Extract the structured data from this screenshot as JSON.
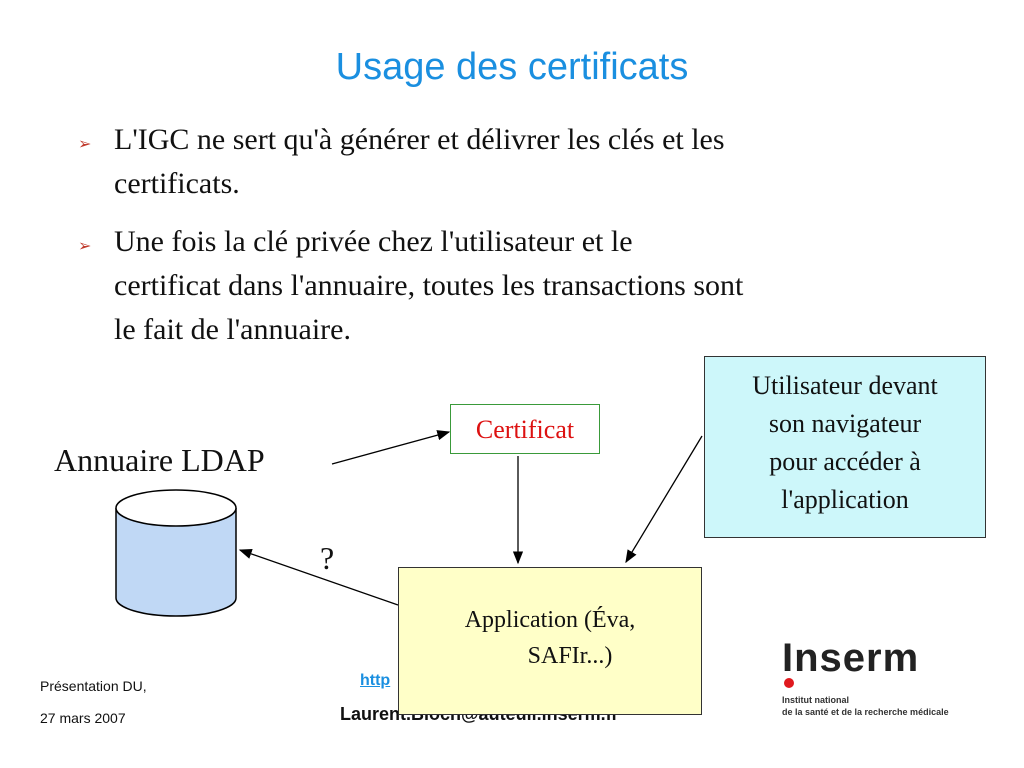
{
  "title": "Usage des certificats",
  "bullets": [
    {
      "line1": "L'IGC ne sert qu'à générer et délivrer les clés et les",
      "line2": "certificats."
    },
    {
      "line1": "Une fois la clé privée chez l'utilisateur et le",
      "line2": "certificat dans l'annuaire, toutes les transactions sont",
      "line3": "le fait de l'annuaire."
    }
  ],
  "diagram": {
    "ldap_label": "Annuaire LDAP",
    "certificate_label": "Certificat",
    "user_box": [
      "Utilisateur devant",
      "son navigateur",
      "pour accéder à",
      "l'application"
    ],
    "app_box": [
      "Application (Éva,",
      "SAFIr...)"
    ],
    "question_mark": "?"
  },
  "footer": {
    "line1": "Présentation DU,",
    "line2": "27 mars 2007",
    "link_fragment": "http",
    "email_fragment": "Laurent.Bloch@auteuil.inserm.fr"
  },
  "logo": {
    "name": "Inserm",
    "sub1": "Institut national",
    "sub2": "de la santé et de la recherche médicale"
  },
  "colors": {
    "title": "#1a8fe0",
    "bullet_marker": "#c0392b",
    "cylinder": "#c0d8f5",
    "user_box": "#cdf7fa",
    "app_box": "#ffffc8",
    "cert_text": "#dd1111"
  }
}
